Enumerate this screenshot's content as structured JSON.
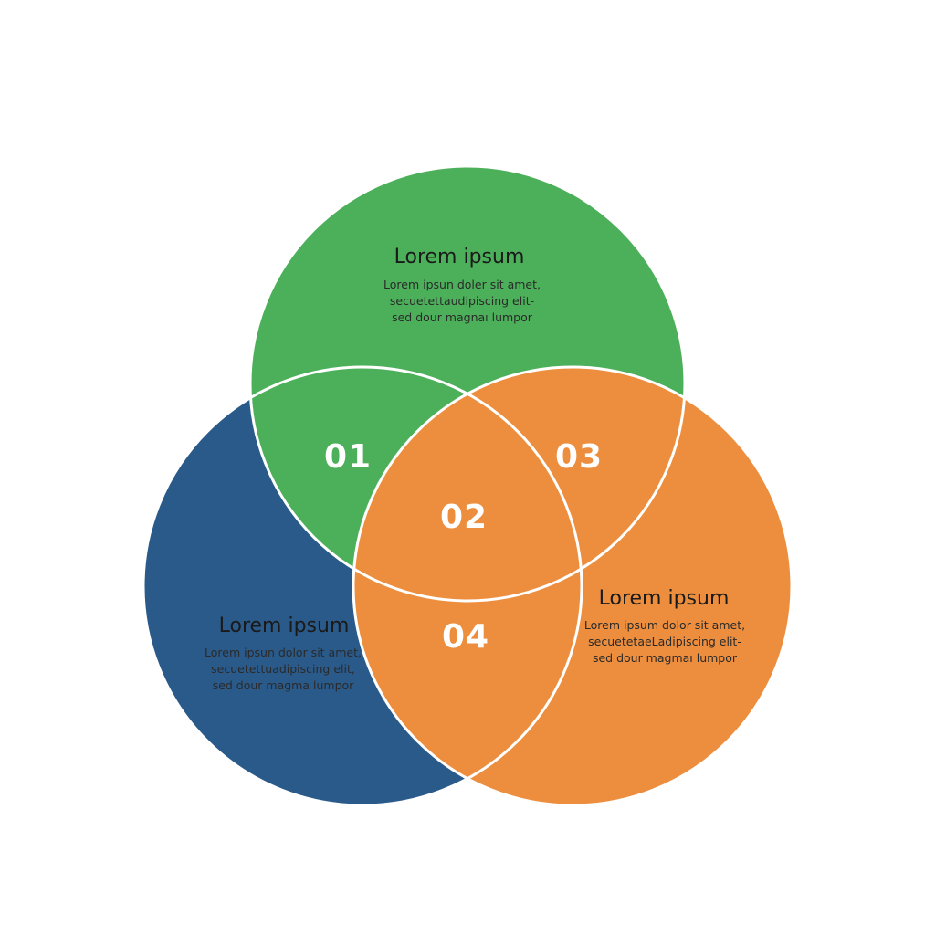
{
  "colors": {
    "green": "#4caf5a",
    "blue": "#2a5a8a",
    "orange": "#ec8e3e",
    "outline": "#ffffff"
  },
  "circles": {
    "green": {
      "heading": "Lorem ipsum",
      "lines": [
        "Lorem ipsun doler sit amet,",
        "secuetettaudipiscing elit-",
        "sed dour magnaı lumpor"
      ]
    },
    "blue": {
      "heading": "Lorem ipsum",
      "lines": [
        "Lorem ipsun dolor sit amet,",
        "secuetettuadipiscing elit,",
        "sed dour magma lumpor"
      ]
    },
    "orange": {
      "heading": "Lorem ipsum",
      "lines": [
        "Lorem ipsum dolor sit amet,",
        "secuetetaeLadipiscing elit-",
        "sed dour magmaı lumpor"
      ]
    }
  },
  "regions": {
    "r01": "01",
    "r02": "02",
    "r03": "03",
    "r04": "04"
  }
}
